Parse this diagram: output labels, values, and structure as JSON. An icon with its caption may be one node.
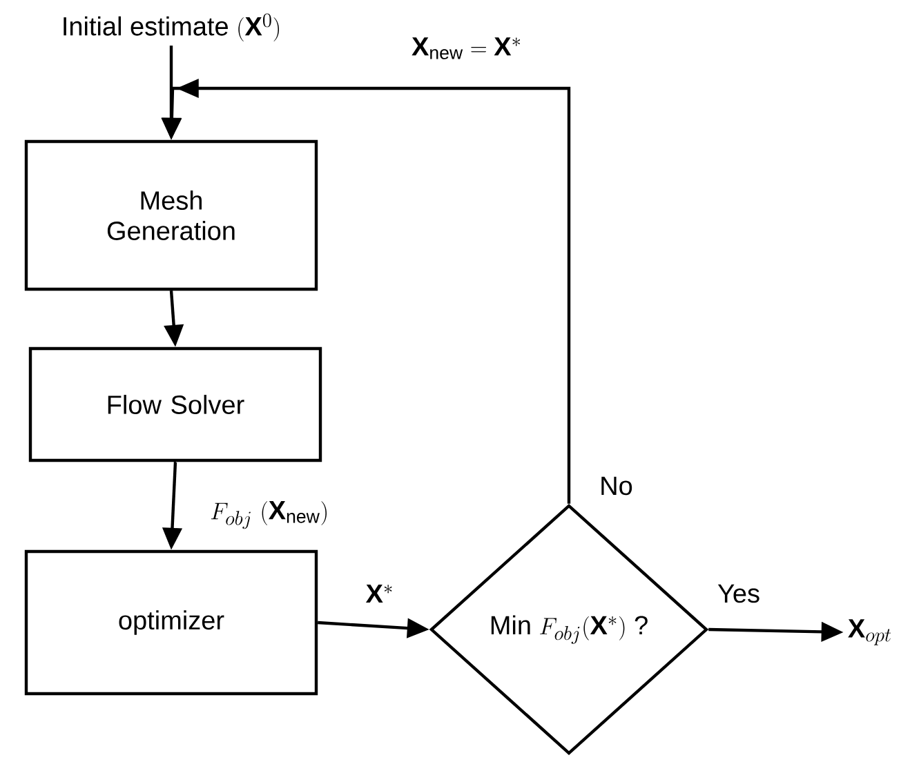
{
  "diagram": {
    "nodes": [
      {
        "text": [
          "\\text{Initial estimate }(\\mathbf{X}^{0})"
        ]
      },
      {
        "text": [
          "Mesh Generation"
        ]
      },
      {
        "text": [
          "Flow Solver"
        ]
      },
      {
        "text": [
          "optimizer"
        ]
      },
      {
        "text": [
          "\\text{Min }F_{obj}(\\mathbf{X}^{*})\\text{ ?}"
        ]
      },
      {
        "text": [
          "\\mathbf{X}_{opt}"
        ]
      }
    ],
    "edges": [
      {
        "from": 0,
        "to": 1,
        "arrow": "to"
      },
      {
        "from": 1,
        "to": 2,
        "arrow": "to"
      },
      {
        "from": 2,
        "to": 3,
        "arrow": "to",
        "label": "F_{obj}\\ (\\mathbf{X}_{\\mathrm{new}})"
      },
      {
        "from": 3,
        "to": 4,
        "arrow": "to",
        "label": "\\mathbf{X}^{*}"
      },
      {
        "from": 4,
        "to": 5,
        "arrow": "to",
        "label": "Yes"
      },
      {
        "from": 4,
        "to": 1,
        "arrow": "to",
        "label": "\\mathbf{X}_{\\mathrm{new}}= \\mathbf{X}^{*}"
      }
    ],
    "labels": [
      "No"
    ]
  }
}
